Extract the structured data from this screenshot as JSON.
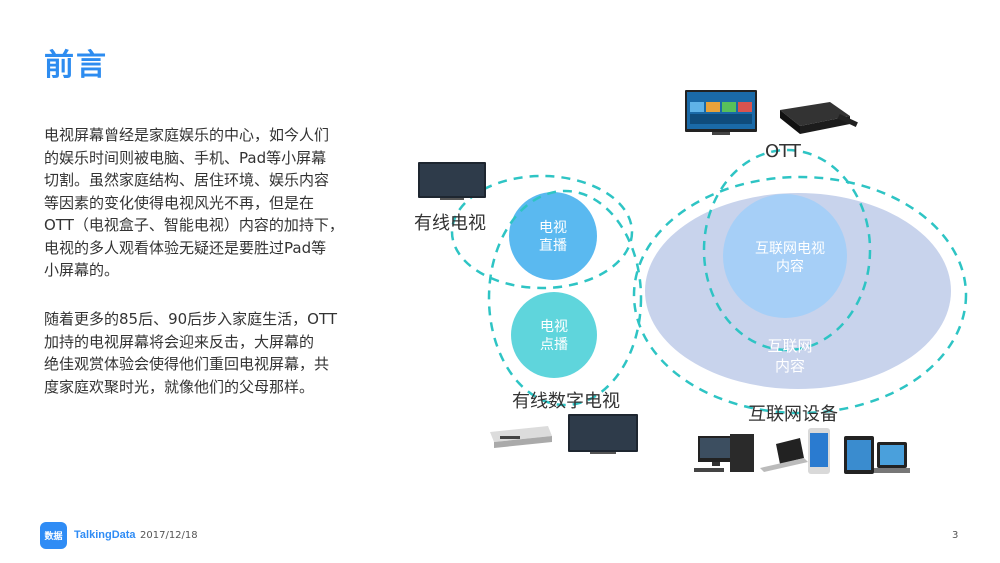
{
  "slide": {
    "title": "前言",
    "paragraph1": [
      "电视屏幕曾经是家庭娱乐的中心，如今人们",
      "的娱乐时间则被电脑、手机、Pad等小屏幕",
      "切割。虽然家庭结构、居住环境、娱乐内容",
      "等因素的变化使得电视风光不再，但是在",
      "OTT（电视盒子、智能电视）内容的加持下，",
      "电视的多人观看体验无疑还是要胜过Pad等",
      "小屏幕的。"
    ],
    "paragraph2": [
      "随着更多的85后、90后步入家庭生活，OTT",
      "加持的电视屏幕将会迎来反击，大屏幕的",
      "绝佳观赏体验会使得他们重回电视屏幕，共",
      "度家庭欢聚时光，就像他们的父母那样。"
    ]
  },
  "diagram": {
    "labels": {
      "cable_tv": "有线电视",
      "digital_cable_tv": "有线数字电视",
      "ott": "OTT",
      "internet_devices": "互联网设备"
    },
    "circles": {
      "tv_live": [
        "电视",
        "直播"
      ],
      "tv_vod": [
        "电视",
        "点播"
      ],
      "internet_tv_content": [
        "互联网电视",
        "内容"
      ],
      "internet_content": [
        "互联网",
        "内容"
      ]
    },
    "colors": {
      "dash": "#2ec4c4",
      "live_circle": "#5ab9f0",
      "vod_circle": "#5fd5dc",
      "internet_tv_circle": "#a6cff7",
      "internet_ellipse": "#c8d3ec"
    }
  },
  "footer": {
    "logo_text": "数据",
    "brand": "TalkingData",
    "date": "2017/12/18",
    "page_number": "3"
  }
}
